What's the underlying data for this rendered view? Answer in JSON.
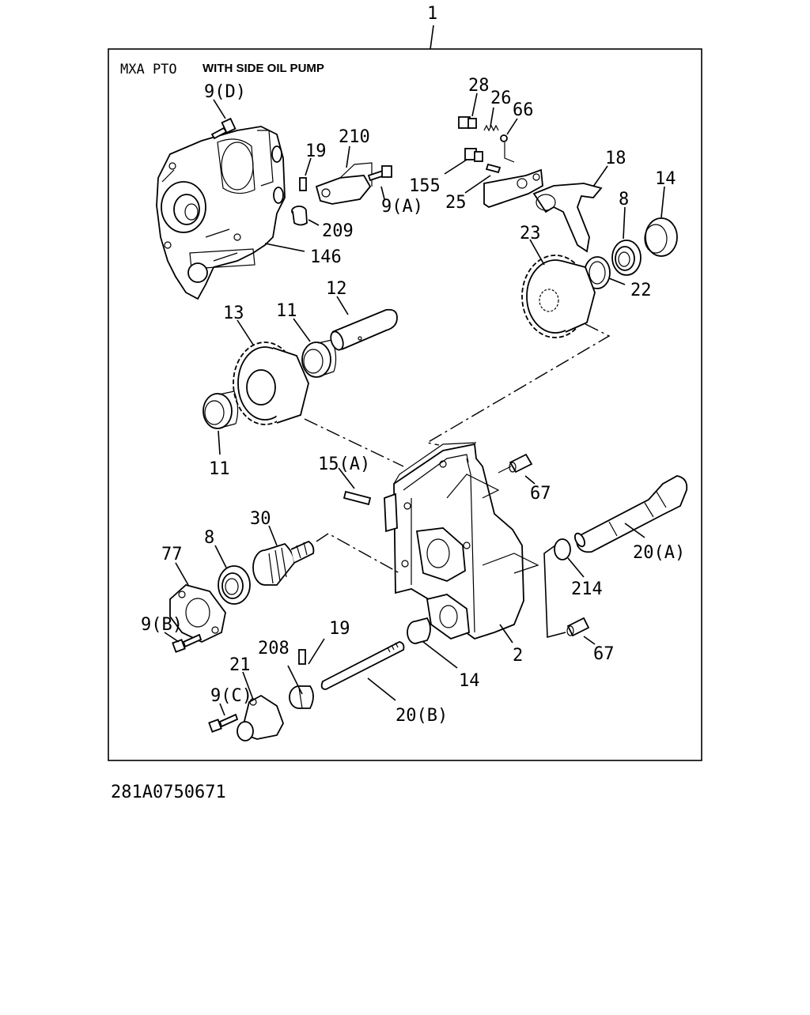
{
  "header": {
    "title_a": "MXA PTO",
    "title_b": "WITH SIDE OIL PUMP"
  },
  "assembly_ref": "1",
  "document_id": "281A0750671",
  "callouts": {
    "c9d": "9(D)",
    "c19a": "19",
    "c210": "210",
    "c9a": "9(A)",
    "c209": "209",
    "c146": "146",
    "c28": "28",
    "c26": "26",
    "c66": "66",
    "c155": "155",
    "c25": "25",
    "c18": "18",
    "c14a": "14",
    "c8a": "8",
    "c23": "23",
    "c22": "22",
    "c13": "13",
    "c11a": "11",
    "c12": "12",
    "c11b": "11",
    "c15a": "15(A)",
    "c67a": "67",
    "c30": "30",
    "c77": "77",
    "c8b": "8",
    "c20a": "20(A)",
    "c214": "214",
    "c9b": "9(B)",
    "c2": "2",
    "c67b": "67",
    "c19b": "19",
    "c208": "208",
    "c14b": "14",
    "c21": "21",
    "c9c": "9(C)",
    "c20b": "20(B)"
  }
}
